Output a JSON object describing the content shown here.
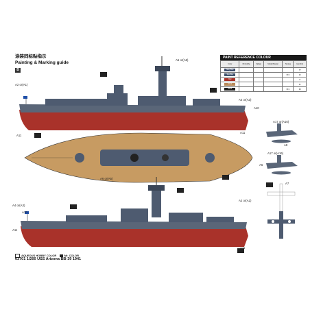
{
  "title_cn": "涂装同标贴指示",
  "title_en": "Painting & Marking guide",
  "section_badge": "B",
  "paint_table": {
    "title": "PAINT REFERENCE COLOUR",
    "headers": [
      "Color",
      "Mr.Hobby",
      "Vallejo",
      "Model Master",
      "Tamiya",
      "Humbrol"
    ],
    "rows": [
      {
        "swatch": "Navy Blue",
        "color": "#3d4e6d",
        "mrhobby": "",
        "vallejo": "",
        "master": "",
        "tamiya": "",
        "humbrol": "77"
      },
      {
        "swatch": "Sea Blue",
        "color": "#42556f",
        "mrhobby": "",
        "vallejo": "",
        "master": "",
        "tamiya": "XF2",
        "humbrol": "22"
      },
      {
        "swatch": "Red",
        "color": "#a9322a",
        "mrhobby": "",
        "vallejo": "",
        "master": "",
        "tamiya": "",
        "humbrol": "8"
      },
      {
        "swatch": "Wood",
        "color": "#b88a5a",
        "mrhobby": "",
        "vallejo": "",
        "master": "",
        "tamiya": "",
        "humbrol": "11"
      },
      {
        "swatch": "Black",
        "color": "#1b1b1b",
        "mrhobby": "",
        "vallejo": "",
        "master": "",
        "tamiya": "XF1",
        "humbrol": "33"
      }
    ]
  },
  "labels": {
    "top_a6": "A6 or(A5)",
    "top_a2": "A2 or(A1)",
    "top_a4": "A4 or(A3)",
    "top_a10": "A10",
    "top_a11": "A11",
    "top_a11b": "A11",
    "plan_a6": "A6 or(A5)",
    "bot_a4": "A4 or(A3)",
    "bot_a10": "A10",
    "bot_a11": "A11",
    "bot_a2": "A2 or(A1)",
    "bot_a11b": "A11",
    "plane_a17a": "A17 or(A16)",
    "plane_a8": "A8",
    "plane_a17b": "A17 or(A16)",
    "plane_a6": "A6",
    "plane_a7": "A7"
  },
  "legend": {
    "aqueous": "AQUEOUS HOBBY COLOR",
    "mr": "Mr. COLOR"
  },
  "caption": "03701  1/200 USS Arizona BB-39 1941",
  "colors": {
    "hull_gray": "#5a6678",
    "superstructure": "#4e5b70",
    "boot_red": "#a9322a",
    "deck_wood": "#c79b62"
  }
}
